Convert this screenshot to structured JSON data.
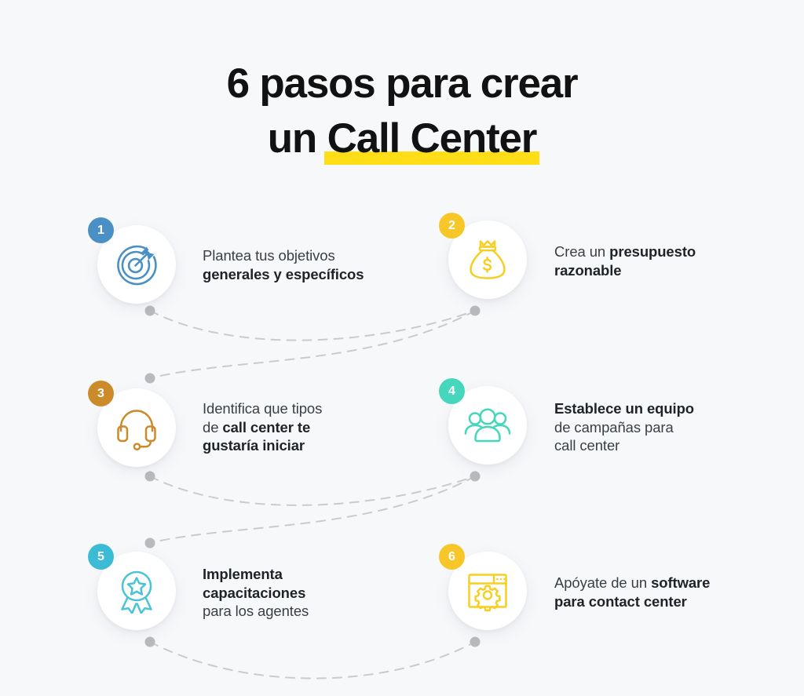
{
  "title": {
    "line1": "6 pasos para crear",
    "line2_prefix": "un ",
    "line2_highlight": "Call Center",
    "highlight_color": "#ffde17"
  },
  "background_color": "#f7f8fa",
  "steps": [
    {
      "number": "1",
      "badge_color": "#4a90c4",
      "icon_color": "#4a90c4",
      "icon": "target-icon",
      "text_plain_1": "Plantea tus objetivos",
      "text_bold_1": "generales y específicos"
    },
    {
      "number": "2",
      "badge_color": "#f7c72a",
      "icon_color": "#f7cf23",
      "icon": "money-bag-icon",
      "text_plain_1": "Crea un ",
      "text_bold_1": "presupuesto",
      "text_bold_2": "razonable"
    },
    {
      "number": "3",
      "badge_color": "#cc8b2a",
      "icon_color": "#cc8b2a",
      "icon": "headset-icon",
      "text_plain_1": "Identifica que tipos",
      "text_plain_2": "de ",
      "text_bold_1": "call center te",
      "text_bold_2": "gustaría iniciar"
    },
    {
      "number": "4",
      "badge_color": "#45d6bb",
      "icon_color": "#45d6bb",
      "icon": "people-group-icon",
      "text_bold_1": "Establece un equipo",
      "text_plain_1": "de campañas para",
      "text_plain_2": "call center"
    },
    {
      "number": "5",
      "badge_color": "#3cbcd4",
      "icon_color": "#4ac3d6",
      "icon": "award-medal-icon",
      "text_bold_1": "Implementa",
      "text_bold_2": "capacitaciones",
      "text_plain_1": "para los agentes"
    },
    {
      "number": "6",
      "badge_color": "#f7c72a",
      "icon_color": "#f7cf23",
      "icon": "browser-gear-icon",
      "text_plain_1": "Apóyate de un ",
      "text_bold_1": "software",
      "text_bold_2": "para contact center"
    }
  ],
  "connector": {
    "style": "dashed",
    "color": "#c9cbce",
    "dot_color": "#b8babd"
  }
}
